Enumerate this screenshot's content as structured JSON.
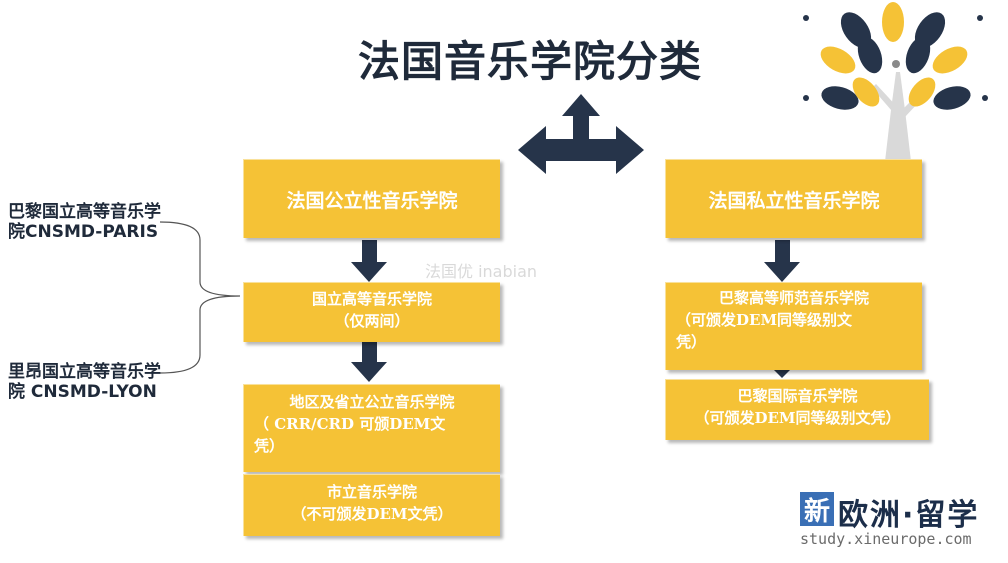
{
  "title": "法国音乐学院分类",
  "public": {
    "heading": "法国公立性音乐学院",
    "national": [
      "国立高等音乐学院",
      "（仅两间）"
    ],
    "regional": [
      "地区及省立公立音乐学院",
      "（ CRR/CRD 可颁DEM文",
      "凭）"
    ],
    "municipal": [
      "市立音乐学院",
      "（不可颁发DEM文凭）"
    ]
  },
  "private": {
    "heading": "法国私立性音乐学院",
    "normale": [
      "巴黎高等师范音乐学院",
      "（可颁发DEM同等级别文",
      "凭）"
    ],
    "international": [
      "巴黎国际音乐学院",
      "（可颁发DEM同等级别文凭）"
    ]
  },
  "national_schools": {
    "paris": [
      "巴黎国立高等音乐学",
      "院CNSMD-PARIS"
    ],
    "lyon": [
      "里昂国立高等音乐学",
      "院 CNSMD-LYON"
    ]
  },
  "watermark": "法国优 inabian",
  "logo": {
    "badge": "新",
    "text": "欧洲·留学",
    "url": "study.xineurope.com"
  },
  "colors": {
    "box": "#f5c236",
    "arrow": "#26344a",
    "title": "#1f2a3a"
  }
}
